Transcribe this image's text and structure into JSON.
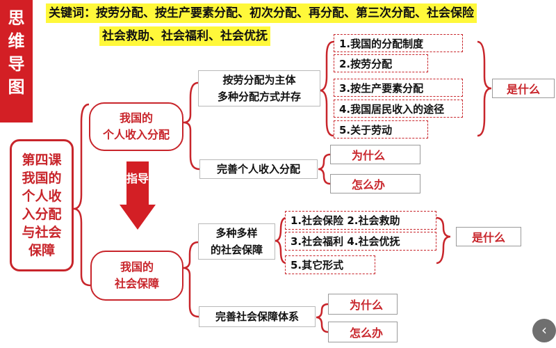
{
  "side_label": [
    "思",
    "维",
    "导",
    "图"
  ],
  "keywords": {
    "line1": "关键词：按劳分配、按生产要素分配、初次分配、再分配、第三次分配、社会保险",
    "line2": "社会救助、社会福利、社会优抚"
  },
  "lesson": "第四课我国的个人收入分配与社会保障",
  "branches": {
    "income": {
      "title_line1": "我国的",
      "title_line2": "个人收入分配",
      "sub1_line1": "按劳分配为主体",
      "sub1_line2": "多种分配方式并存",
      "sub1_items": [
        "1.我国的分配制度",
        "2.按劳分配",
        "3.按生产要素分配",
        "4.我国居民收入的途径",
        "5.关于劳动"
      ],
      "sub1_tag": "是什么",
      "sub2": "完善个人收入分配",
      "sub2_why": "为什么",
      "sub2_how": "怎么办"
    },
    "guide": "指导",
    "security": {
      "title_line1": "我国的",
      "title_line2": "社会保障",
      "sub1_line1": "多种多样",
      "sub1_line2": "的社会保障",
      "sub1_items": [
        "1.社会保险  2.社会救助",
        "3.社会福利  4.社会优抚",
        "5.其它形式"
      ],
      "sub1_tag": "是什么",
      "sub2": "完善社会保障体系",
      "sub2_why": "为什么",
      "sub2_how": "怎么办"
    }
  },
  "colors": {
    "accent_red": "#c8252b",
    "side_red": "#d31f25",
    "highlight": "#fff83a"
  },
  "icons": {
    "corner": "chevron-left-icon"
  }
}
